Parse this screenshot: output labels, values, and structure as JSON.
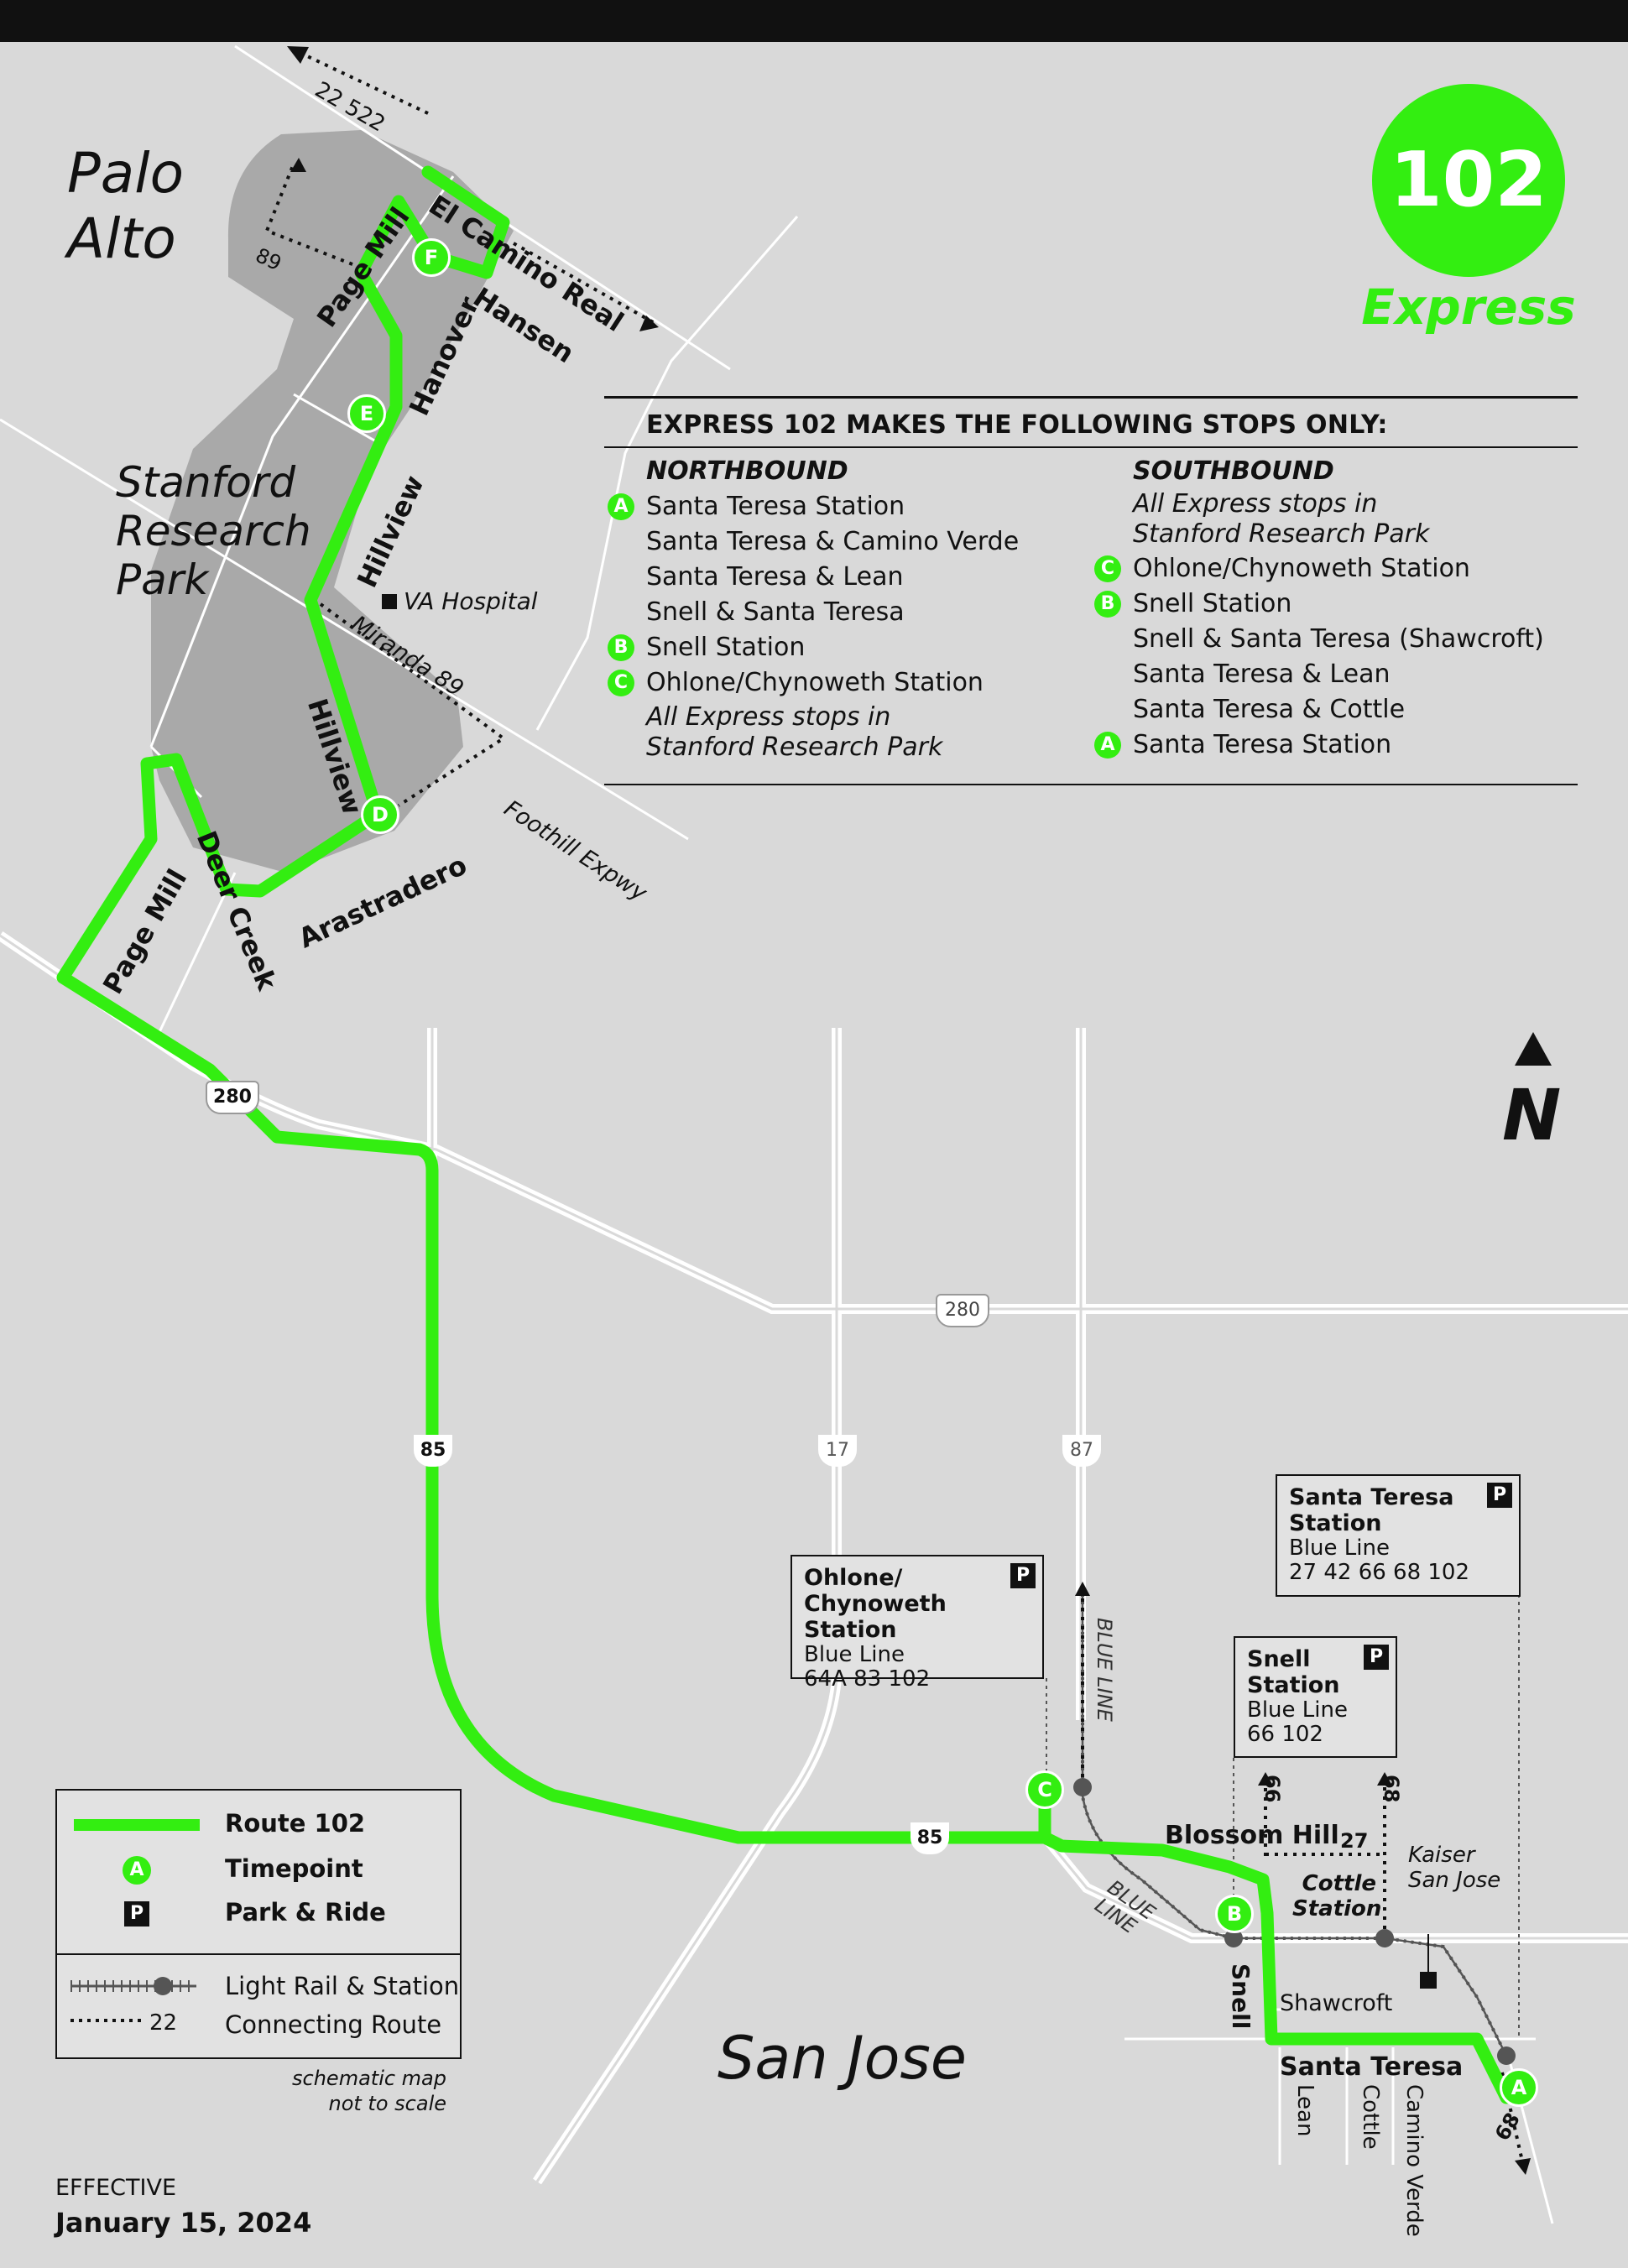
{
  "route": {
    "number": "102",
    "type": "Express"
  },
  "colors": {
    "route": "#33ee11",
    "background": "#d9d9d9",
    "shaded_area": "#a9a9a9",
    "road": "#ffffff",
    "text": "#111111"
  },
  "places": {
    "palo_alto": [
      "Palo",
      "Alto"
    ],
    "stanford": [
      "Stanford",
      "Research",
      "Park"
    ],
    "san_jose": "San Jose",
    "va_hospital": "VA Hospital",
    "kaiser": [
      "Kaiser",
      "San Jose"
    ]
  },
  "streets": {
    "el_camino": "El Camino Real",
    "hansen": "Hansen",
    "page_mill_north": "Page Mill",
    "hanover": "Hanover",
    "hillview_north": "Hillview",
    "hillview_south": "Hillview",
    "miranda": "Miranda",
    "foothill": "Foothill Expwy",
    "arastradero": "Arastradero",
    "deer_creek": "Deer Creek",
    "page_mill_south": "Page Mill",
    "blossom_hill": "Blossom Hill",
    "snell": "Snell",
    "shawcroft": "Shawcroft",
    "santa_teresa": "Santa Teresa",
    "lean": "Lean",
    "cottle": "Cottle",
    "camino_verde": "Camino Verde",
    "blue_line_north": "BLUE LINE",
    "blue_line_south": [
      "BLUE",
      "LINE"
    ],
    "cottle_station": [
      "Cottle",
      "Station"
    ]
  },
  "highways": {
    "i280_west": "280",
    "i280_east": "280",
    "sr85_north": "85",
    "sr85_south": "85",
    "sr17": "17",
    "sr87": "87"
  },
  "connections": {
    "r22_522": "22  522",
    "r89_top": "89",
    "r89_miranda": "89",
    "r66": "66",
    "r68_top": "68",
    "r27": "27",
    "r68_bottom": "68"
  },
  "timepoints": {
    "A": "A",
    "B": "B",
    "C": "C",
    "D": "D",
    "E": "E",
    "F": "F"
  },
  "stops_panel": {
    "title": "EXPRESS 102 MAKES THE FOLLOWING STOPS ONLY:",
    "northbound": {
      "heading": "NORTHBOUND",
      "stops": [
        {
          "badge": "A",
          "name": "Santa Teresa Station"
        },
        {
          "badge": "",
          "name": "Santa Teresa & Camino Verde"
        },
        {
          "badge": "",
          "name": "Santa Teresa & Lean"
        },
        {
          "badge": "",
          "name": "Snell & Santa Teresa"
        },
        {
          "badge": "B",
          "name": "Snell Station"
        },
        {
          "badge": "C",
          "name": "Ohlone/Chynoweth Station"
        }
      ],
      "note": "All Express stops in Stanford Research Park"
    },
    "southbound": {
      "heading": "SOUTHBOUND",
      "note": "All Express stops in Stanford Research Park",
      "stops": [
        {
          "badge": "C",
          "name": "Ohlone/Chynoweth Station"
        },
        {
          "badge": "B",
          "name": "Snell Station"
        },
        {
          "badge": "",
          "name": "Snell & Santa Teresa (Shawcroft)"
        },
        {
          "badge": "",
          "name": "Santa Teresa & Lean"
        },
        {
          "badge": "",
          "name": "Santa Teresa & Cottle"
        },
        {
          "badge": "A",
          "name": "Santa Teresa Station"
        }
      ]
    }
  },
  "station_boxes": {
    "santa_teresa": {
      "name": [
        "Santa Teresa",
        "Station"
      ],
      "line": "Blue Line",
      "routes": "27  42  66  68  102",
      "park": "P"
    },
    "ohlone": {
      "name": [
        "Ohlone/",
        "Chynoweth Station"
      ],
      "line": "Blue Line",
      "routes": "64A  83  102",
      "park": "P"
    },
    "snell": {
      "name": [
        "Snell",
        "Station"
      ],
      "line": "Blue Line",
      "routes": "66  102",
      "park": "P"
    }
  },
  "legend": {
    "route": "Route 102",
    "timepoint": "Timepoint",
    "timepoint_badge": "A",
    "park_ride": "Park & Ride",
    "park_badge": "P",
    "light_rail": "Light Rail & Station",
    "connecting": "Connecting Route",
    "connecting_num": "22"
  },
  "notes": {
    "schematic": [
      "schematic map",
      "not to scale"
    ]
  },
  "effective": {
    "label": "EFFECTIVE",
    "date": "January 15, 2024"
  },
  "north_label": "N"
}
